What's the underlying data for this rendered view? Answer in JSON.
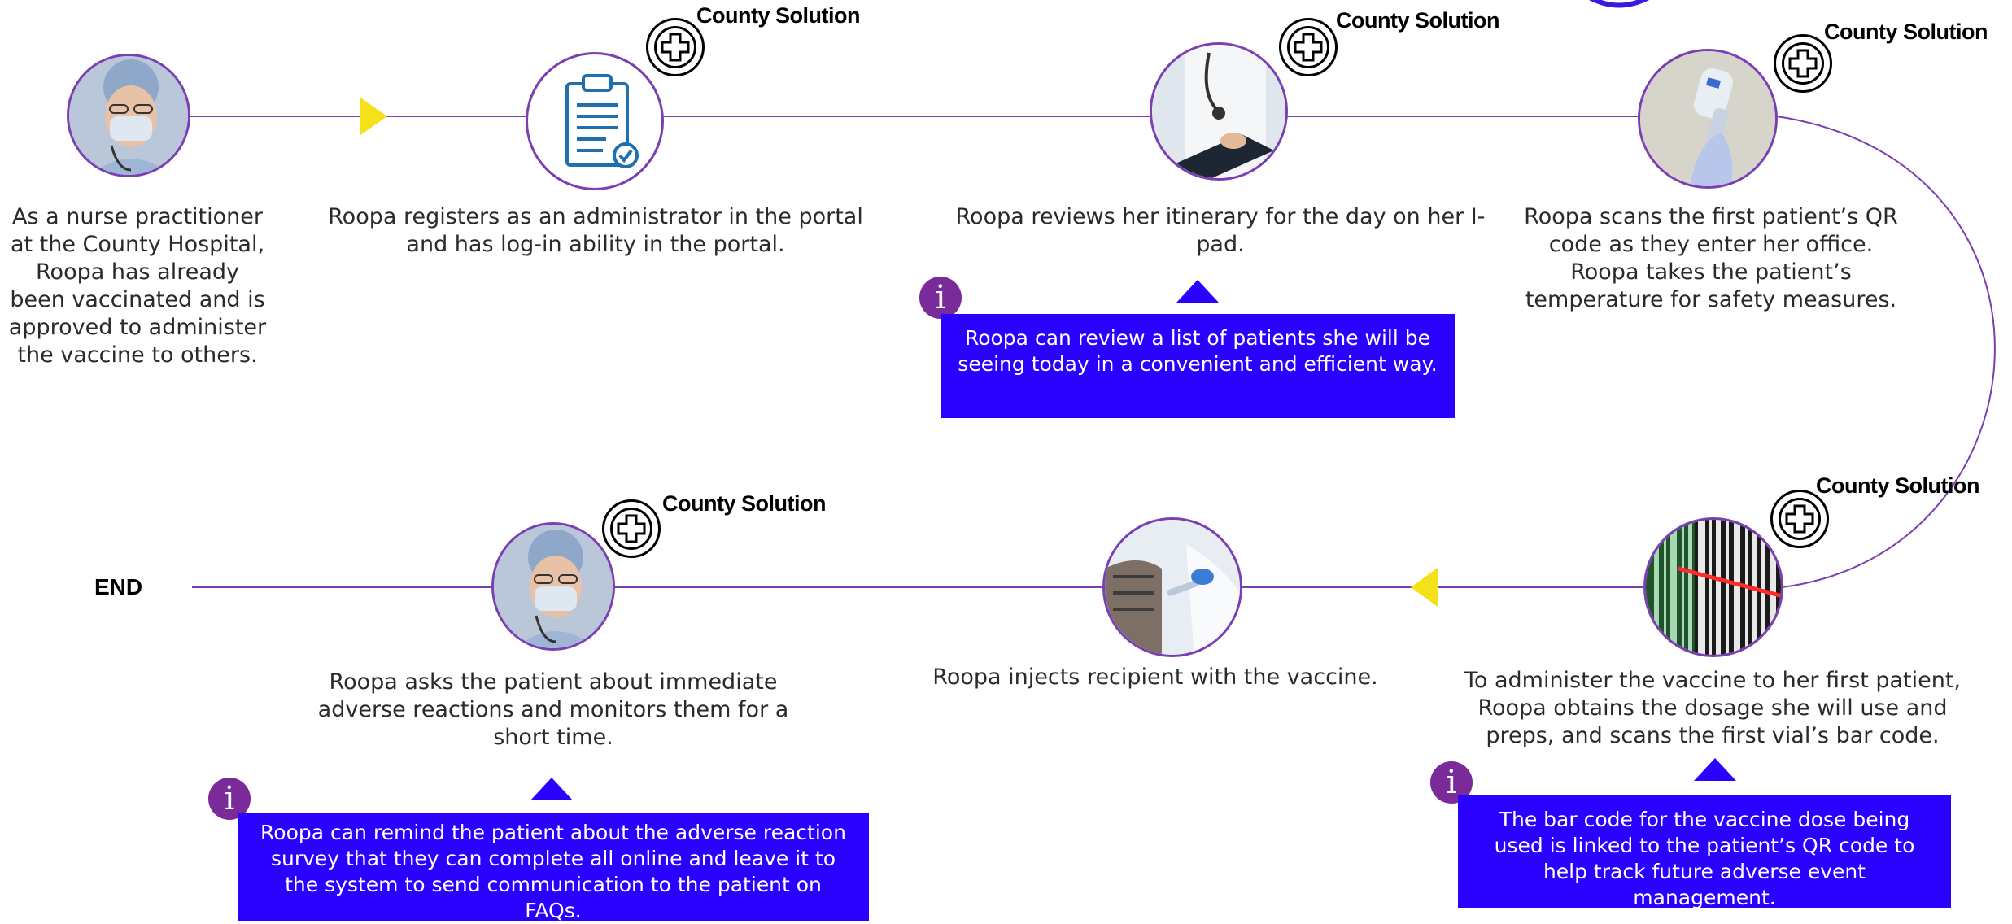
{
  "colors": {
    "line": "#7a3fb0",
    "node_border": "#7a3fb0",
    "arrow": "#f5e11a",
    "callout_bg": "#2a00ff",
    "info_bg": "#7a2b99"
  },
  "badge_label": "County Solution",
  "end_label": "END",
  "steps": [
    {
      "icon": "nurse-portrait",
      "text": "As a nurse practitioner at the County Hospital, Roopa has already been vaccinated and is approved to administer the vaccine to others."
    },
    {
      "icon": "clipboard-icon",
      "text": "Roopa registers as an administrator in the portal and has log-in ability in the portal."
    },
    {
      "icon": "doctor-tablet-photo",
      "text": "Roopa reviews her itinerary for the day on her I-pad."
    },
    {
      "icon": "thermometer-photo",
      "text": "Roopa scans the first patient’s QR code as they enter her office. Roopa takes the patient’s temperature for safety measures."
    },
    {
      "icon": "barcode-photo",
      "text": "To administer the vaccine to her first patient, Roopa obtains the dosage she will use and preps, and scans the first vial’s bar code."
    },
    {
      "icon": "injection-photo",
      "text": "Roopa injects recipient with the vaccine."
    },
    {
      "icon": "nurse-portrait",
      "text": "Roopa asks the patient about immediate adverse reactions and monitors them for a short time."
    }
  ],
  "callouts": [
    {
      "text": "Roopa can review a list of patients she will be seeing today in a convenient and efficient way."
    },
    {
      "text": "The bar code for the vaccine dose being used is linked to the patient’s QR code  to help track future adverse event management."
    },
    {
      "text": "Roopa can remind the patient about the adverse reaction survey that they can complete all online and leave it to the system to send communication to the patient on FAQs."
    }
  ],
  "info_glyph": "i"
}
